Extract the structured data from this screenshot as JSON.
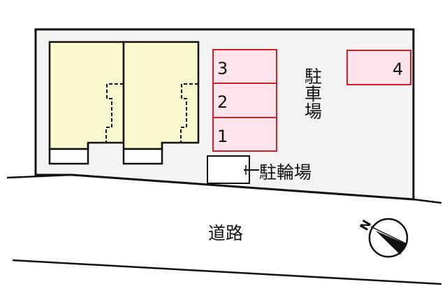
{
  "parking": {
    "label": "駐車場",
    "slots": [
      "3",
      "2",
      "1",
      "4"
    ]
  },
  "bicycle_parking": {
    "label": "駐輪場"
  },
  "road": {
    "label": "道路"
  },
  "compass": {
    "north_label": "N"
  },
  "colors": {
    "lot": "#f3f3f3",
    "building": "#fbf9d0",
    "parking_fill": "#fce4ea",
    "parking_border": "#d0202a"
  }
}
